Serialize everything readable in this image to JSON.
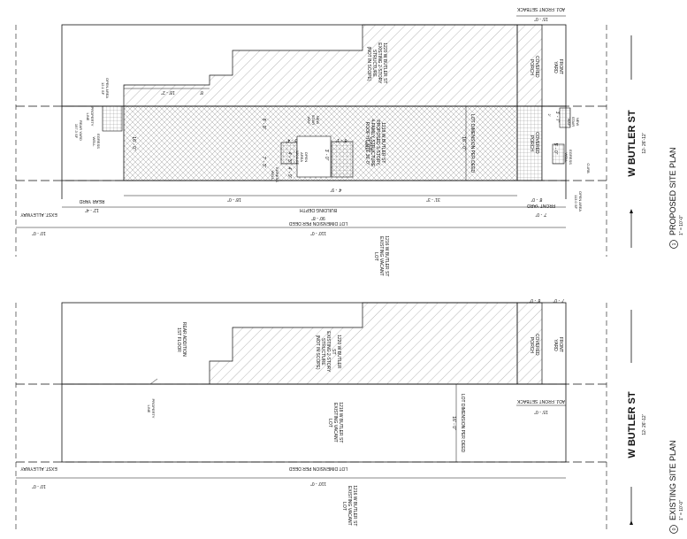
{
  "proposed": {
    "title": "PROPOSED SITE PLAN",
    "scale": "1\" = 10'-0\"",
    "number": "1",
    "street": "W BUTLER ST",
    "street_width": "12- 26'-12'",
    "alley": "EXST. ALLEYWAY",
    "alley_dim": "10' - 0\"",
    "lot_per_deed": "LOT DIMENSION PER DEED",
    "lot_len": "110' - 0\"",
    "lot_len2": "90' - 8\"",
    "rear_yard_dim": "12' - 4\"",
    "front_dim": "7' - 0\"",
    "bldg_depth_label": "BUILDING DEPTH",
    "rear_yard_label": "REAR YARD",
    "front_yard_label": "FRONT YARD",
    "d_18": "18' - 0\"",
    "d_31": "31' - 3\"",
    "d_8a": "8' - 0\"",
    "d_4_9": "4' - 9\"",
    "d_4_3": "4' - 3\"",
    "d_7_3": "7' - 3\"",
    "d_8_9": "8' - 9\"",
    "d_3_4": "3' - 4\"",
    "d_8_1": "8' - 1\"",
    "d_3_0": "3' - 0\"",
    "d_18_2": "18' - 2\"",
    "d_8b": "8'",
    "d_16a": "16' - 0\"",
    "d_16b": "16' - 0\"",
    "d_15": "15' - 0\"",
    "d_5_0": "5' - 0\"",
    "d_3_7": "3' - 7\"",
    "d_2": "2'",
    "adj_setback": "ADJ. FRONT SETBACK",
    "lot_1220": [
      "1220 W BUTLER ST",
      "EXISTING 2-STORY",
      "STRUCTURE",
      "(NOT IN SCOPE)"
    ],
    "lot_1218": [
      "1218 W BUTLER ST",
      "PROPOSED 3-STORY,",
      "4-FAMILY STRUCTURE",
      "ROOF HT. NTE 36'-0\""
    ],
    "lot_1216": [
      "1216 W BUTLER ST",
      "EXISTING VACANT",
      "LOT"
    ],
    "covered_porch": [
      "COVERED",
      "PORCH"
    ],
    "front_yard": [
      "FRONT",
      "YARD"
    ],
    "rear_yard_area": [
      "REAR YARD",
      "197.3 SF"
    ],
    "open_area_1": [
      "OPEN AREA",
      "12.1 SF"
    ],
    "open_area_2": [
      "OPEN",
      "AREA",
      "120.1 SF"
    ],
    "open_area_3": [
      "OPEN AREA",
      "113.0 SF"
    ],
    "egress_well": [
      "EGRESS",
      "WELL"
    ],
    "new_stair": [
      "NEW",
      "STAIR",
      "WAY"
    ],
    "property_line": [
      "PROPERTY",
      "LINE"
    ],
    "curb": "CURB"
  },
  "existing": {
    "title": "EXISTING SITE PLAN",
    "scale": "1\" = 10'-0\"",
    "number": "0",
    "street": "W BUTLER ST",
    "street_width": "12- 26'-12'",
    "alley": "EXST. ALLEYWAY",
    "alley_dim": "10' - 0\"",
    "lot_per_deed": "LOT DIMENSION PER DEED",
    "lot_len": "110' - 0\"",
    "lot_16": "16' - 0\"",
    "d_8": "8' - 0\"",
    "d_7": "7' - 0\"",
    "d_15": "15' - 0\"",
    "adj_setback": "ADJ. FRONT SETBACK",
    "rear_addition": [
      "REAR ADDITION",
      "1ST FLOOR"
    ],
    "lot_1220": [
      "1220 W BUTLER",
      "ST",
      "EXISTING 2-STORY",
      "STRUCTURE",
      "(NOT IN SCOPE)"
    ],
    "lot_1218": [
      "1218 W BUTLER ST",
      "EXISTING VACANT",
      "LOT"
    ],
    "lot_1216": [
      "1216 W BUTLER ST",
      "EXISTING VACANT",
      "LOT"
    ],
    "covered_porch": [
      "COVERED",
      "PORCH"
    ],
    "front_yard": [
      "FRONT",
      "YARD"
    ],
    "property_line": [
      "PROPERTY",
      "LINE"
    ]
  },
  "colors": {
    "ink": "#111111",
    "hatch": "#8a8a8a",
    "bg": "#ffffff"
  }
}
